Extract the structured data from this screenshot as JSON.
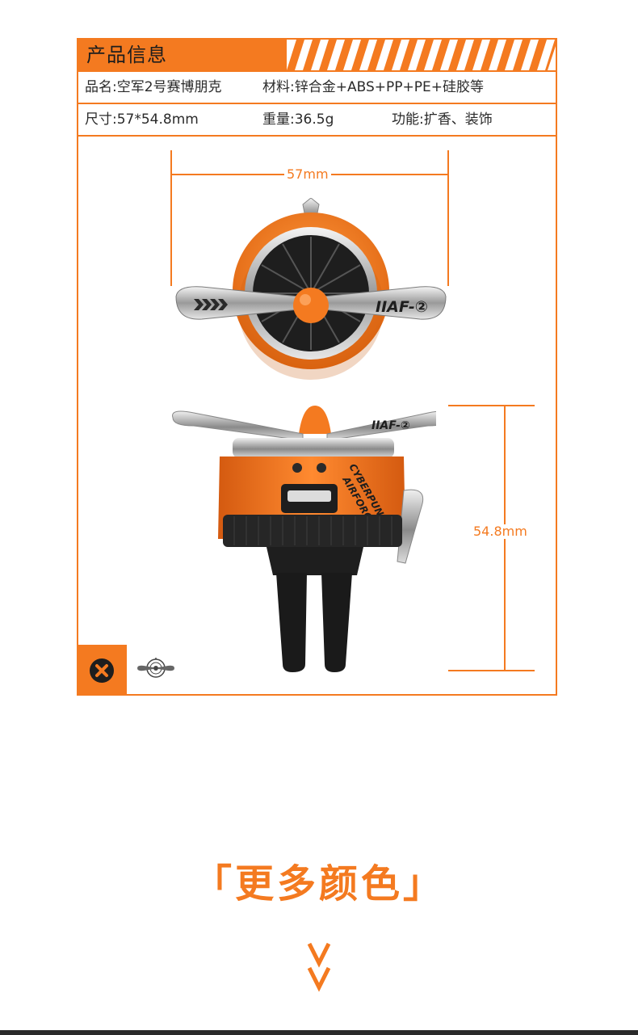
{
  "info": {
    "title": "产品信息",
    "name": "品名:空军2号赛博朋克",
    "material": "材料:锌合金+ABS+PP+PE+硅胶等",
    "size": "尺寸:57*54.8mm",
    "weight": "重量:36.5g",
    "function": "功能:扩香、装饰"
  },
  "dimensions": {
    "width_label": "57mm",
    "height_label": "54.8mm"
  },
  "product": {
    "blade_mark": "IIAF-②",
    "body_text_1": "CYBERPUNK",
    "body_text_2": "AIRFORCE"
  },
  "section": {
    "more_colors": "「更多颜色」"
  },
  "colors": {
    "accent": "#f47a20",
    "text": "#2a2a2a"
  },
  "icons": {
    "badge": "close-circle-icon",
    "logo": "propeller-logo-icon",
    "scroll": "double-chevron-down-icon"
  }
}
